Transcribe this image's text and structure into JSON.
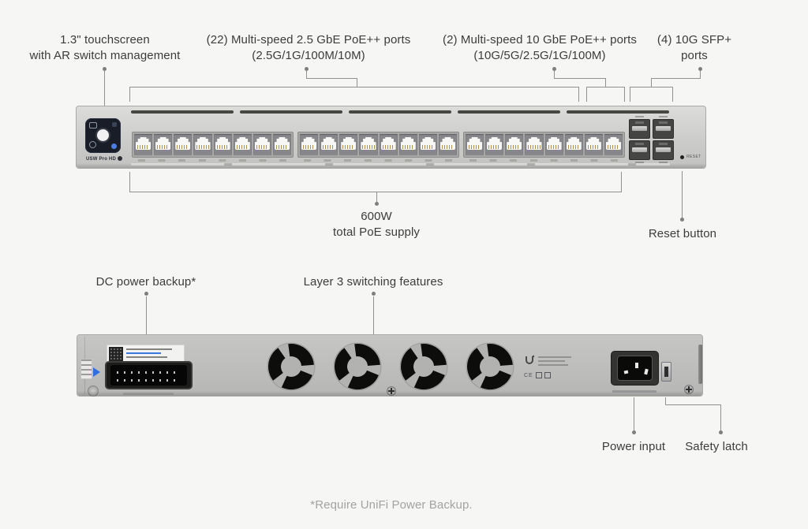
{
  "page": {
    "background": "#f6f6f4",
    "footnote": "*Require UniFi Power Backup."
  },
  "annotations": {
    "touchscreen": {
      "line1": "1.3\" touchscreen",
      "line2": "with AR switch management"
    },
    "ports_25g": {
      "line1": "(22) Multi-speed 2.5 GbE PoE++ ports",
      "line2": "(2.5G/1G/100M/10M)"
    },
    "ports_10g": {
      "line1": "(2) Multi-speed 10 GbE PoE++ ports",
      "line2": "(10G/5G/2.5G/1G/100M)"
    },
    "sfp_ports": {
      "line1": "(4) 10G SFP+",
      "line2": "ports"
    },
    "poe_supply": {
      "line1": "600W",
      "line2": "total PoE supply"
    },
    "reset_button": "Reset button",
    "dc_backup": "DC power backup*",
    "layer3": "Layer 3 switching features",
    "power_input": "Power input",
    "safety_latch": "Safety latch"
  },
  "front_panel": {
    "model_label": "USW Pro HD",
    "reset_label": "RESET",
    "rj45_port_groups": 3,
    "rj45_ports_per_group": 8,
    "sfp_columns": 2,
    "sfp_per_column": 2
  },
  "back_panel": {
    "fan_count": 4,
    "regulatory_mark": "CE"
  },
  "colors": {
    "chassis": "#c9c9c7",
    "screen": "#1a1f29",
    "accent_blue": "#3a76dd",
    "label_text": "#3c3c3c",
    "callout_line": "#919191",
    "footnote_text": "#a3a3a1"
  }
}
